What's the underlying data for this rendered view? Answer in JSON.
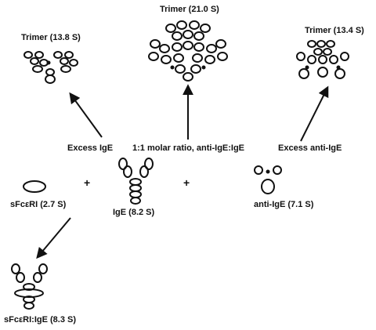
{
  "labels": {
    "trimer_left": "Trimer (13.8 S)",
    "trimer_center": "Trimer (21.0 S)",
    "trimer_right": "Trimer (13.4 S)",
    "excess_ige": "Excess IgE",
    "molar_ratio": "1:1 molar ratio, anti-IgE:IgE",
    "excess_anti_ige": "Excess anti-IgE",
    "sfceri": "sFcεRI (2.7 S)",
    "ige": "IgE (8.2 S)",
    "anti_ige": "anti-IgE (7.1 S)",
    "complex": "sFcεRI:IgE (8.3 S)",
    "plus": "+"
  }
}
